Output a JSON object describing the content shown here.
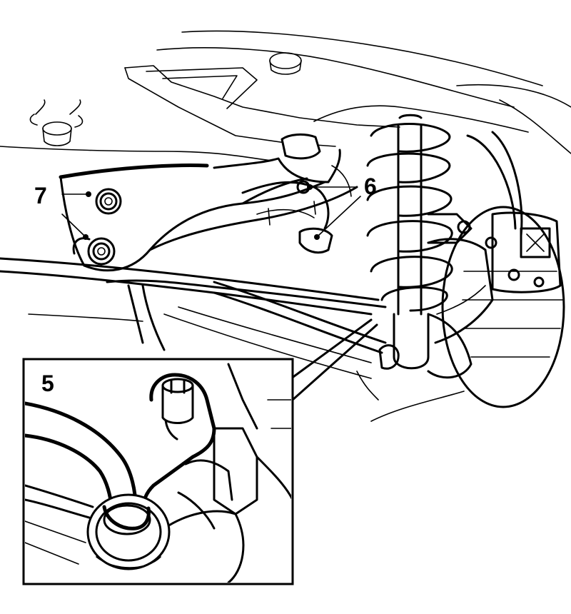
{
  "callouts": {
    "label_5": "5",
    "label_6": "6",
    "label_7": "7"
  },
  "colors": {
    "line": "#000000",
    "background": "#ffffff"
  }
}
